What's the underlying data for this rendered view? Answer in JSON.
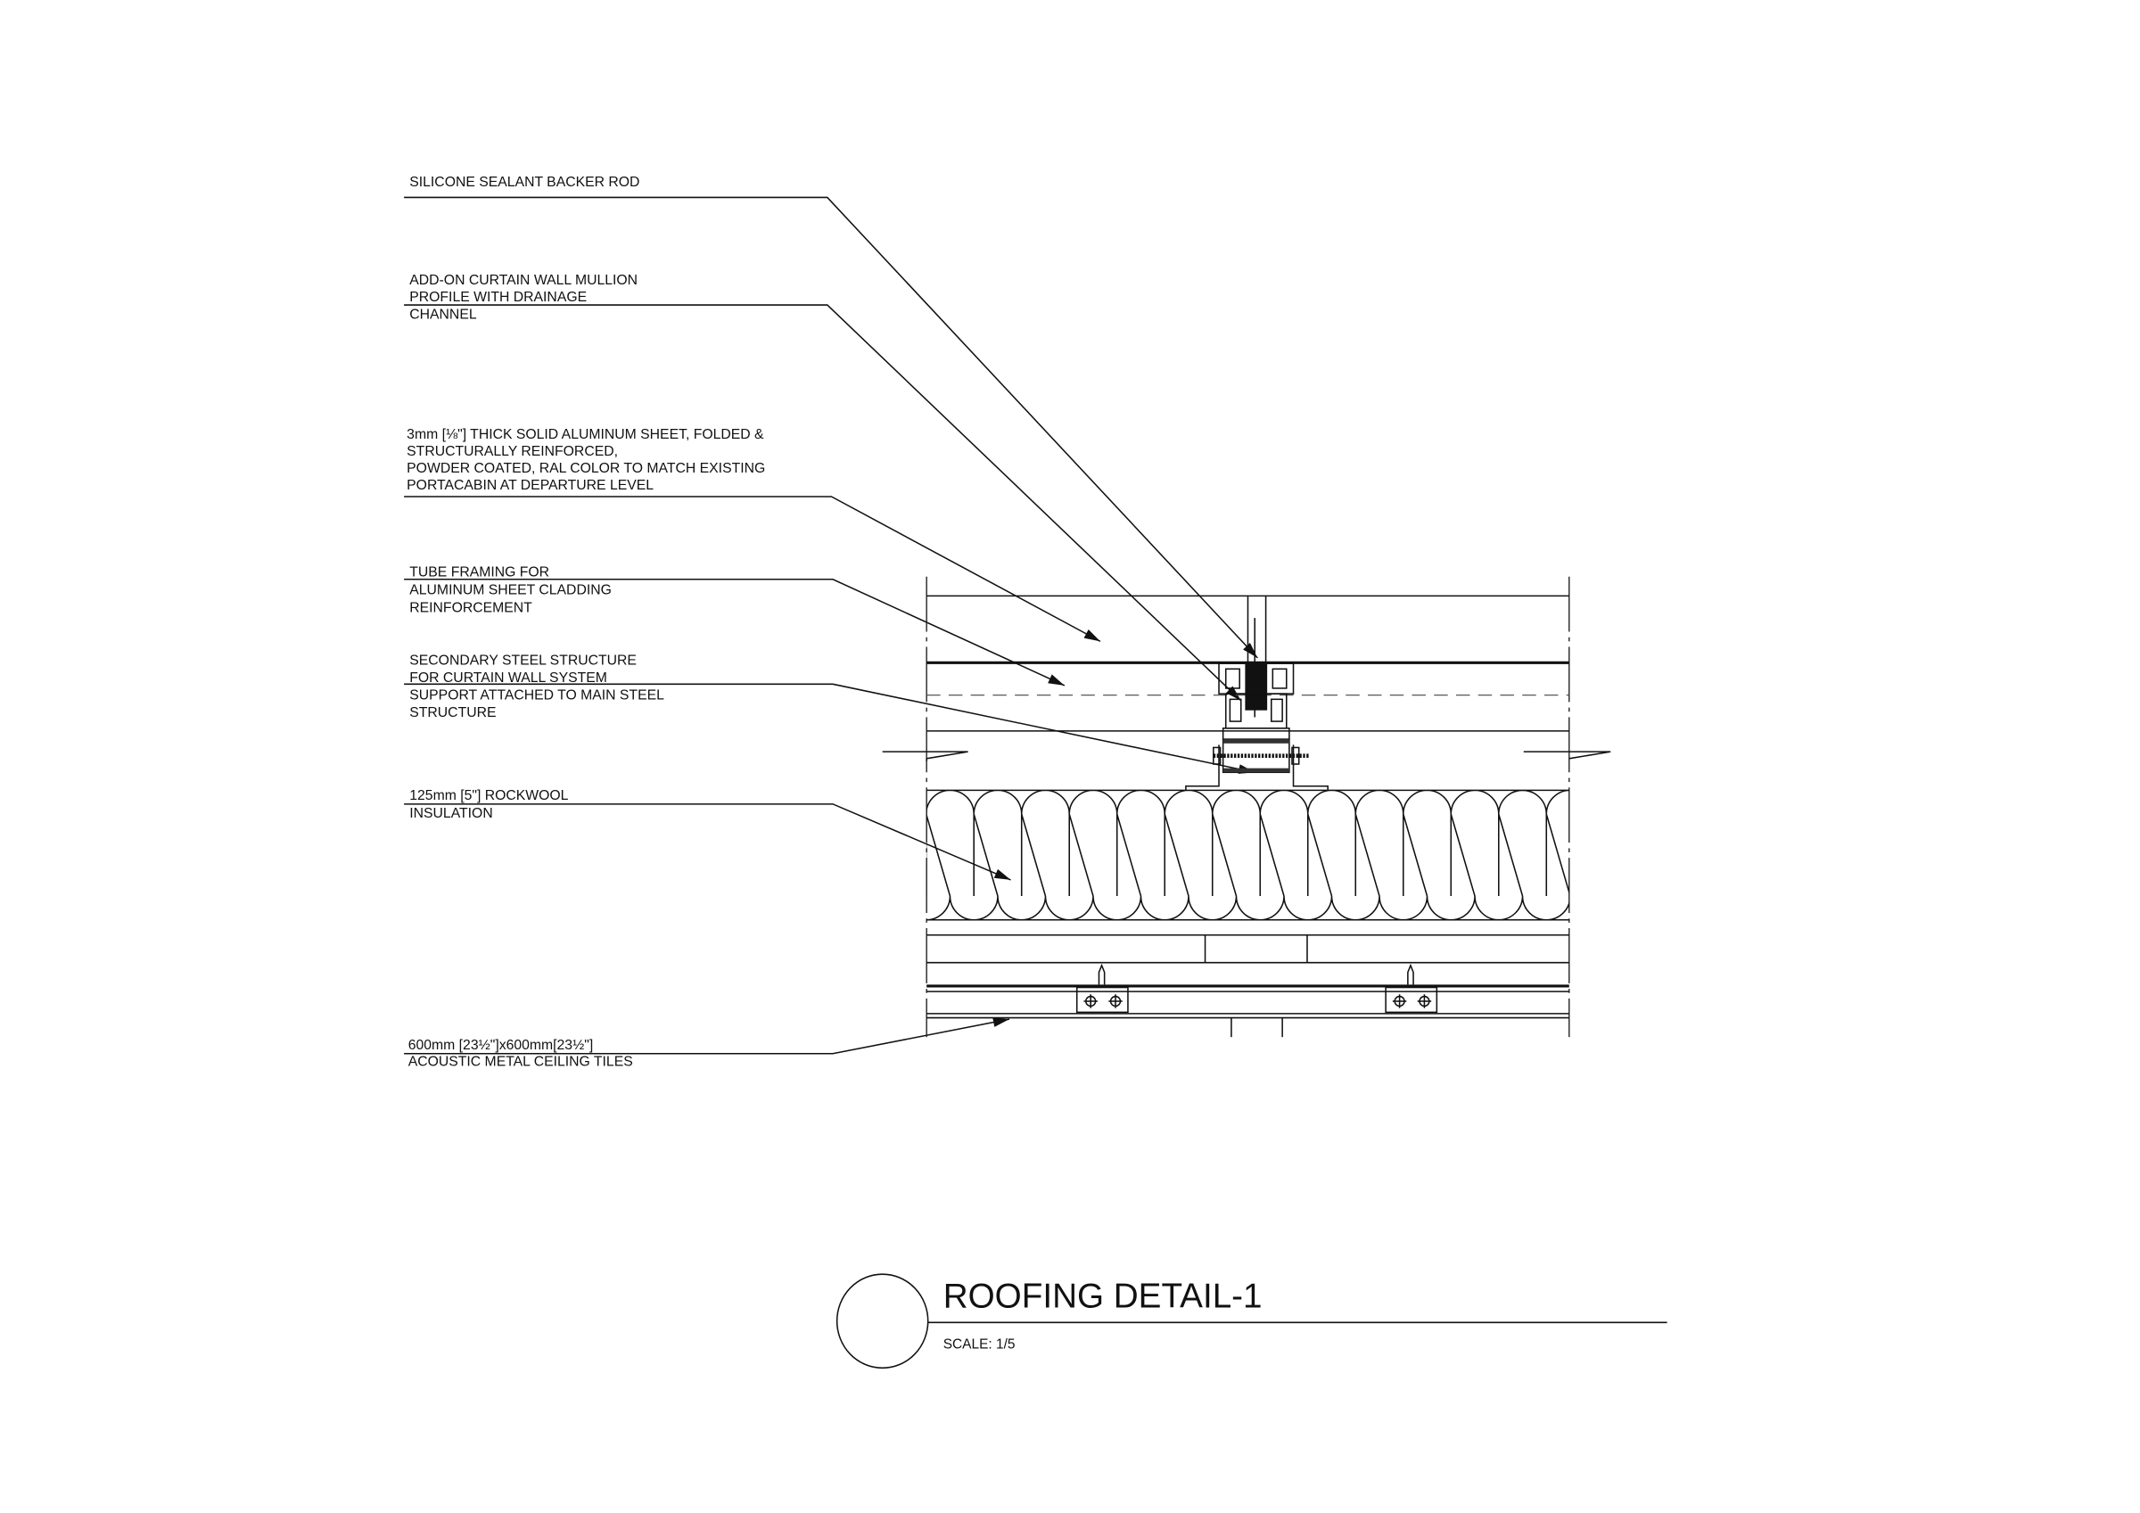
{
  "drawing": {
    "title": "ROOFING DETAIL-1",
    "scale": "SCALE: 1/5",
    "callouts": [
      {
        "lines": [
          "SILICONE SEALANT BACKER ROD"
        ]
      },
      {
        "lines": [
          "ADD-ON CURTAIN WALL MULLION",
          "PROFILE WITH DRAINAGE",
          "CHANNEL"
        ]
      },
      {
        "lines": [
          "3mm [⅛\"] THICK SOLID ALUMINUM SHEET, FOLDED &",
          "STRUCTURALLY REINFORCED,",
          "POWDER COATED, RAL COLOR TO MATCH EXISTING",
          "PORTACABIN AT DEPARTURE LEVEL"
        ]
      },
      {
        "lines": [
          "TUBE FRAMING FOR",
          "ALUMINUM SHEET CLADDING",
          "REINFORCEMENT"
        ]
      },
      {
        "lines": [
          "SECONDARY STEEL STRUCTURE",
          "FOR CURTAIN WALL SYSTEM",
          "SUPPORT ATTACHED TO MAIN STEEL",
          "STRUCTURE"
        ]
      },
      {
        "lines": [
          "125mm [5\"] ROCKWOOL",
          "INSULATION"
        ]
      },
      {
        "lines": [
          "600mm [23½\"]x600mm[23½\"]",
          "ACOUSTIC METAL CEILING TILES"
        ]
      }
    ]
  }
}
